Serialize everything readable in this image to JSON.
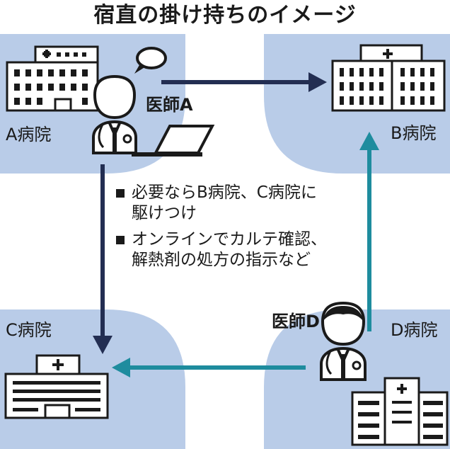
{
  "title": "宿直の掛け持ちのイメージ",
  "hospitals": {
    "a": "A病院",
    "b": "B病院",
    "c": "C病院",
    "d": "D病院"
  },
  "doctors": {
    "a": "医師A",
    "d": "医師D"
  },
  "notes": [
    {
      "line1": "必要ならB病院、C病院に",
      "line2": "駆けつけ"
    },
    {
      "line1": "オンラインでカルテ確認、",
      "line2": "解熱剤の処方の指示など"
    }
  ],
  "colors": {
    "panel": "#b9cce8",
    "navy_arrow": "#232e52",
    "teal_arrow": "#1e8c9e",
    "ink": "#1a1a1a"
  },
  "icons": [
    "hospital-building-icon",
    "doctor-icon",
    "speech-bubble-icon",
    "laptop-icon"
  ]
}
